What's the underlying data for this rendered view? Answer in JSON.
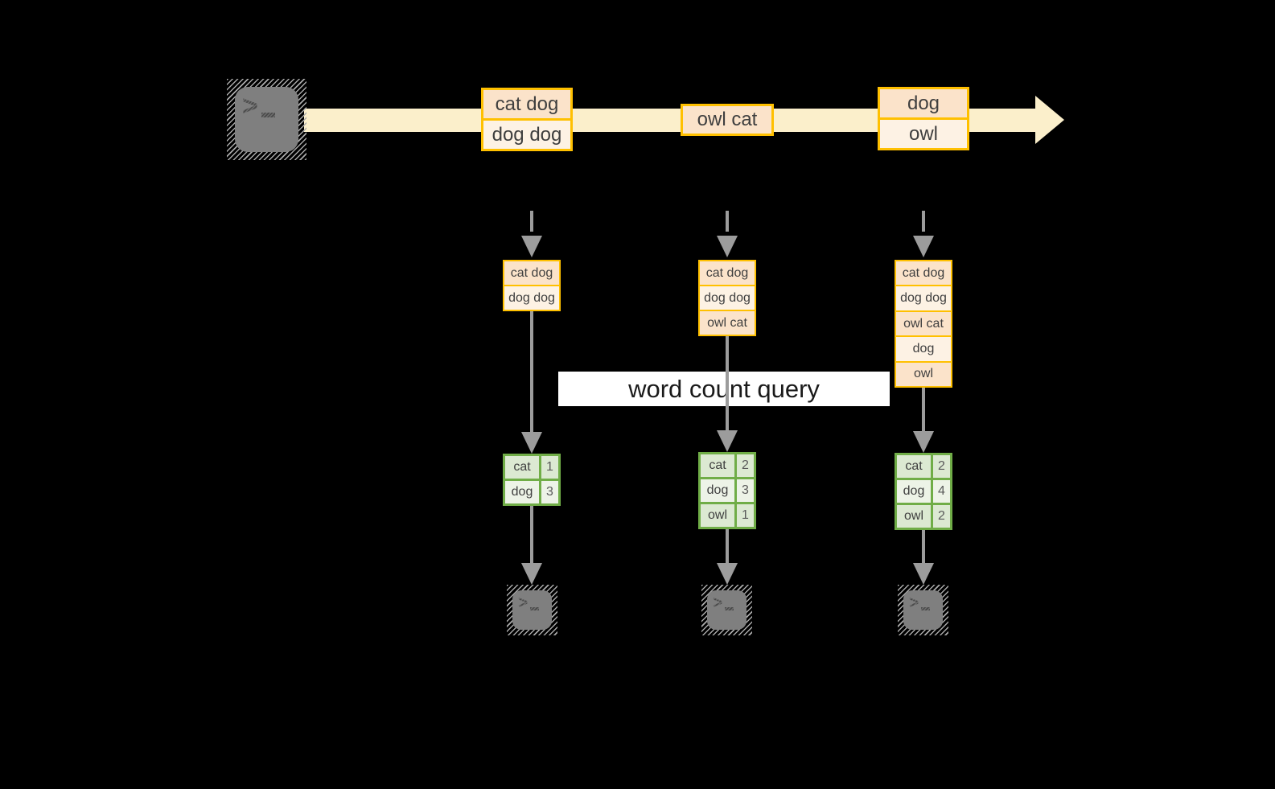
{
  "diagram": {
    "query_label": "word count query",
    "stream": {
      "source_icon": "terminal-icon",
      "batches": [
        {
          "records": [
            "cat dog",
            "dog dog"
          ]
        },
        {
          "records": [
            "owl cat"
          ]
        },
        {
          "records": [
            "dog",
            "owl"
          ]
        }
      ]
    },
    "columns": [
      {
        "input_records": [
          "cat dog",
          "dog dog"
        ],
        "result_rows": [
          [
            "cat",
            1
          ],
          [
            "dog",
            3
          ]
        ],
        "sink_icon": "terminal-icon"
      },
      {
        "input_records": [
          "cat dog",
          "dog dog",
          "owl cat"
        ],
        "result_rows": [
          [
            "cat",
            2
          ],
          [
            "dog",
            3
          ],
          [
            "owl",
            1
          ]
        ],
        "sink_icon": "terminal-icon"
      },
      {
        "input_records": [
          "cat dog",
          "dog dog",
          "owl cat",
          "dog",
          "owl"
        ],
        "result_rows": [
          [
            "cat",
            2
          ],
          [
            "dog",
            4
          ],
          [
            "owl",
            2
          ]
        ],
        "sink_icon": "terminal-icon"
      }
    ],
    "colors": {
      "background": "#000000",
      "stream_band": "#FBEFCB",
      "record_border": "#FFC000",
      "record_fill_peach": "#FBE3CA",
      "record_fill_cream": "#FDF2E4",
      "result_border": "#70AD47",
      "result_row_green": "#DCE9D2",
      "result_row_light": "#EDF3E7",
      "connector_gray": "#9C9C9C",
      "terminal_gray": "#7F7F7F",
      "query_label_bg": "#FFFFFF"
    }
  }
}
